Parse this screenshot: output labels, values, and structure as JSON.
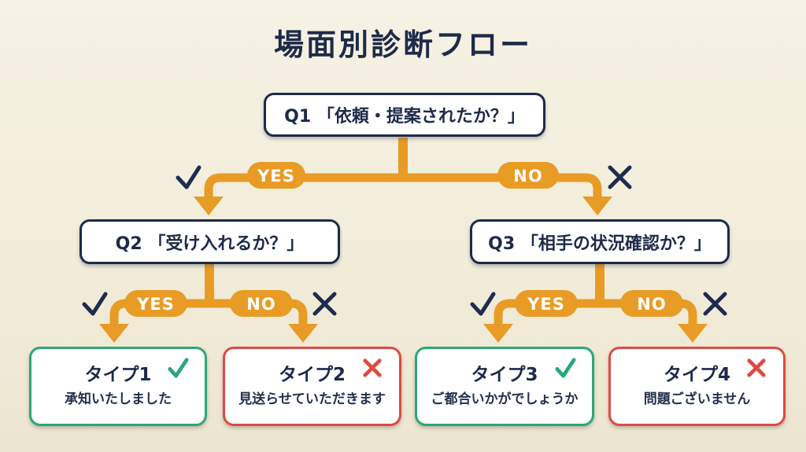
{
  "title": "場面別診断フロー",
  "colors": {
    "background_top": "#F5F1E3",
    "background_bottom": "#ECE6D2",
    "navy": "#1D2A49",
    "orange": "#E89C25",
    "green": "#2AA876",
    "red": "#DE4A44",
    "box_background": "#FFFFFF",
    "pill_text": "#FFFFFF"
  },
  "icons": {
    "check": "✓",
    "cross": "✕"
  },
  "flow": {
    "questions": [
      {
        "id": "Q1",
        "label": "Q1 「依頼・提案されたか？」"
      },
      {
        "id": "Q2",
        "label": "Q2 「受け入れるか？」"
      },
      {
        "id": "Q3",
        "label": "Q3 「相手の状況確認か？」"
      }
    ],
    "branch_labels": {
      "yes": "YES",
      "no": "NO"
    },
    "branches": [
      {
        "from": "Q1",
        "yes_to": "Q2",
        "no_to": "Q3"
      },
      {
        "from": "Q2",
        "yes_to": "タイプ1",
        "no_to": "タイプ2"
      },
      {
        "from": "Q3",
        "yes_to": "タイプ3",
        "no_to": "タイプ4"
      }
    ],
    "outcomes": [
      {
        "title": "タイプ1",
        "text": "承知いたしました",
        "result": "positive"
      },
      {
        "title": "タイプ2",
        "text": "見送らせていただきます",
        "result": "negative"
      },
      {
        "title": "タイプ3",
        "text": "ご都合いかがでしょうか",
        "result": "positive"
      },
      {
        "title": "タイプ4",
        "text": "問題ございません",
        "result": "negative"
      }
    ]
  }
}
